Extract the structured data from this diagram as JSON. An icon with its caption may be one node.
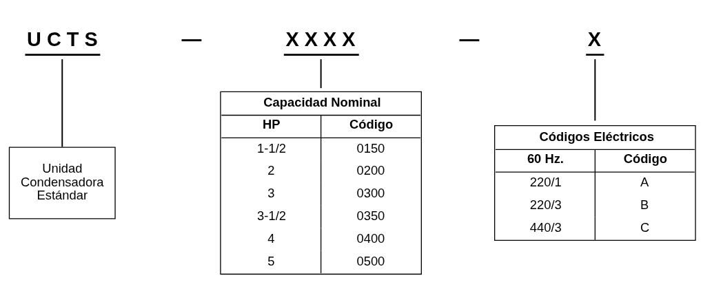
{
  "diagram": {
    "nodes": [
      {
        "text": [
          "U C T S"
        ]
      },
      {
        "text": [
          "X X X X"
        ]
      },
      {
        "text": [
          "X"
        ]
      },
      {
        "text": [
          "Unidad Condensadora Estándar"
        ]
      },
      {
        "text": [
          "Capacidad Nominal",
          "HP",
          "Código",
          "1-1/2",
          "0150",
          "2",
          "0200",
          "3",
          "0300",
          "3-1/2",
          "0350",
          "4",
          "0400",
          "5",
          "0500"
        ]
      },
      {
        "text": [
          "Códigos Eléctricos",
          "60 Hz.",
          "Código",
          "220/1",
          "A",
          "220/3",
          "B",
          "440/3",
          "C"
        ]
      }
    ],
    "edges": [
      {
        "from": 0,
        "to": 3,
        "arrow": "none"
      },
      {
        "from": 1,
        "to": 4,
        "arrow": "none"
      },
      {
        "from": 2,
        "to": 5,
        "arrow": "none"
      }
    ],
    "labels": [
      "—",
      "—"
    ]
  }
}
